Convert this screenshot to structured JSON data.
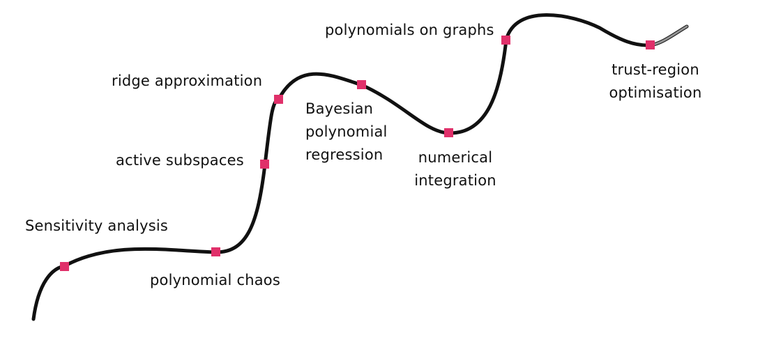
{
  "colors": {
    "line": "#111111",
    "marker": "#e0306a",
    "text": "#111111",
    "background": "#ffffff"
  },
  "milestones": [
    {
      "id": "sensitivity",
      "label": "Sensitivity analysis"
    },
    {
      "id": "chaos",
      "label": "polynomial chaos"
    },
    {
      "id": "active",
      "label": "active subspaces"
    },
    {
      "id": "ridge",
      "label": "ridge approximation"
    },
    {
      "id": "bayesian",
      "lines": [
        "Bayesian",
        "polynomial",
        "regression"
      ]
    },
    {
      "id": "integration",
      "lines": [
        "numerical",
        "integration"
      ]
    },
    {
      "id": "graphs",
      "label": "polynomials on graphs"
    },
    {
      "id": "trust",
      "lines": [
        "trust-region",
        "optimisation"
      ]
    }
  ]
}
